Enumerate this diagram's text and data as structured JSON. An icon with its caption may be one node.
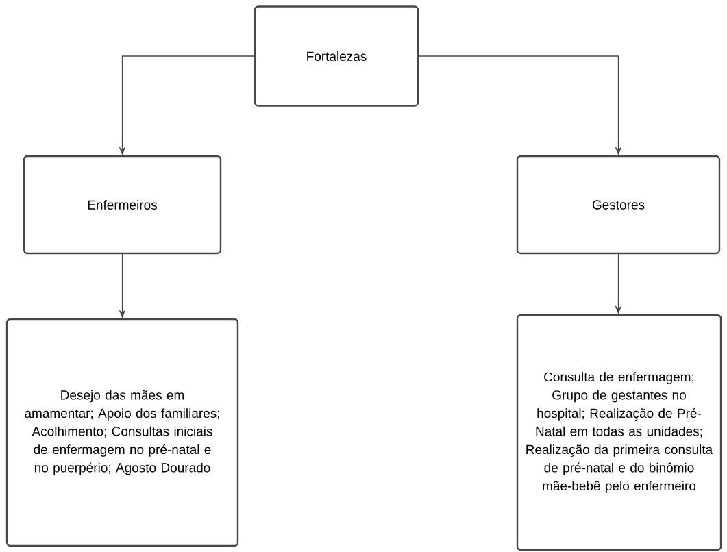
{
  "diagram": {
    "nodes": [
      {
        "text": [
          "Fortalezas"
        ]
      },
      {
        "text": [
          "Enfermeiros"
        ]
      },
      {
        "text": [
          "Gestores"
        ]
      },
      {
        "text": [
          "Desejo das mães em amamentar; Apoio dos familiares; Acolhimento; Consultas iniciais de enfermagem no pré-natal e no puerpério; Agosto Dourado"
        ]
      },
      {
        "text": [
          "Consulta de enfermagem; Grupo de gestantes no hospital; Realização de Pré-Natal em todas as unidades; Realização da primeira consulta de pré-natal e do binômio mãe-bebê pelo enfermeiro"
        ]
      }
    ],
    "edges": [
      {
        "from": 0,
        "to": 1,
        "arrow": "to"
      },
      {
        "from": 0,
        "to": 2,
        "arrow": "to"
      },
      {
        "from": 1,
        "to": 3,
        "arrow": "to"
      },
      {
        "from": 2,
        "to": 4,
        "arrow": "to"
      }
    ]
  }
}
